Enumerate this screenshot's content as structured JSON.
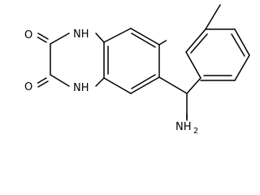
{
  "molecule": {
    "atoms": {
      "o_top": "O",
      "o_bottom": "O",
      "nh_top": "NH",
      "nh_bottom": "NH",
      "amine_n": "NH",
      "amine_sub": "2"
    }
  }
}
